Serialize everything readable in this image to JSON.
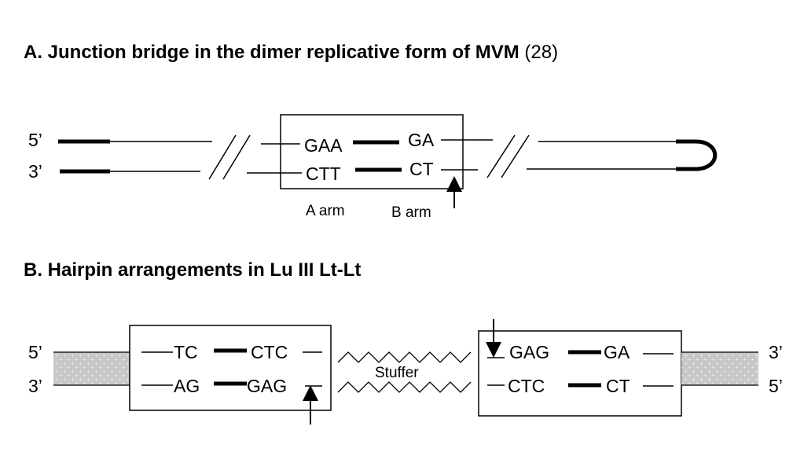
{
  "panel_a": {
    "title": "A. Junction bridge in the dimer replicative form of MVM",
    "title_ref": "(28)",
    "end_top": "5’",
    "end_bottom": "3’",
    "top_left_seq": "GAA",
    "top_right_seq": "GA",
    "bottom_left_seq": "CTT",
    "bottom_right_seq": "CT",
    "a_arm_label": "A arm",
    "b_arm_label": "B arm"
  },
  "panel_b": {
    "title": "B. Hairpin arrangements in Lu III Lt-Lt",
    "left_end_top": "5’",
    "left_end_bottom": "3’",
    "right_end_top": "3’",
    "right_end_bottom": "5’",
    "left_top_seq1": "TC",
    "left_top_seq2": "CTC",
    "left_bottom_seq1": "AG",
    "left_bottom_seq2": "GAG",
    "right_top_seq1": "GAG",
    "right_top_seq2": "GA",
    "right_bottom_seq1": "CTC",
    "right_bottom_seq2": "CT",
    "stuffer_label": "Stuffer"
  },
  "colors": {
    "line": "#000000",
    "stipple_bg": "#c8c8c8",
    "stipple_dot": "#ffffff"
  }
}
